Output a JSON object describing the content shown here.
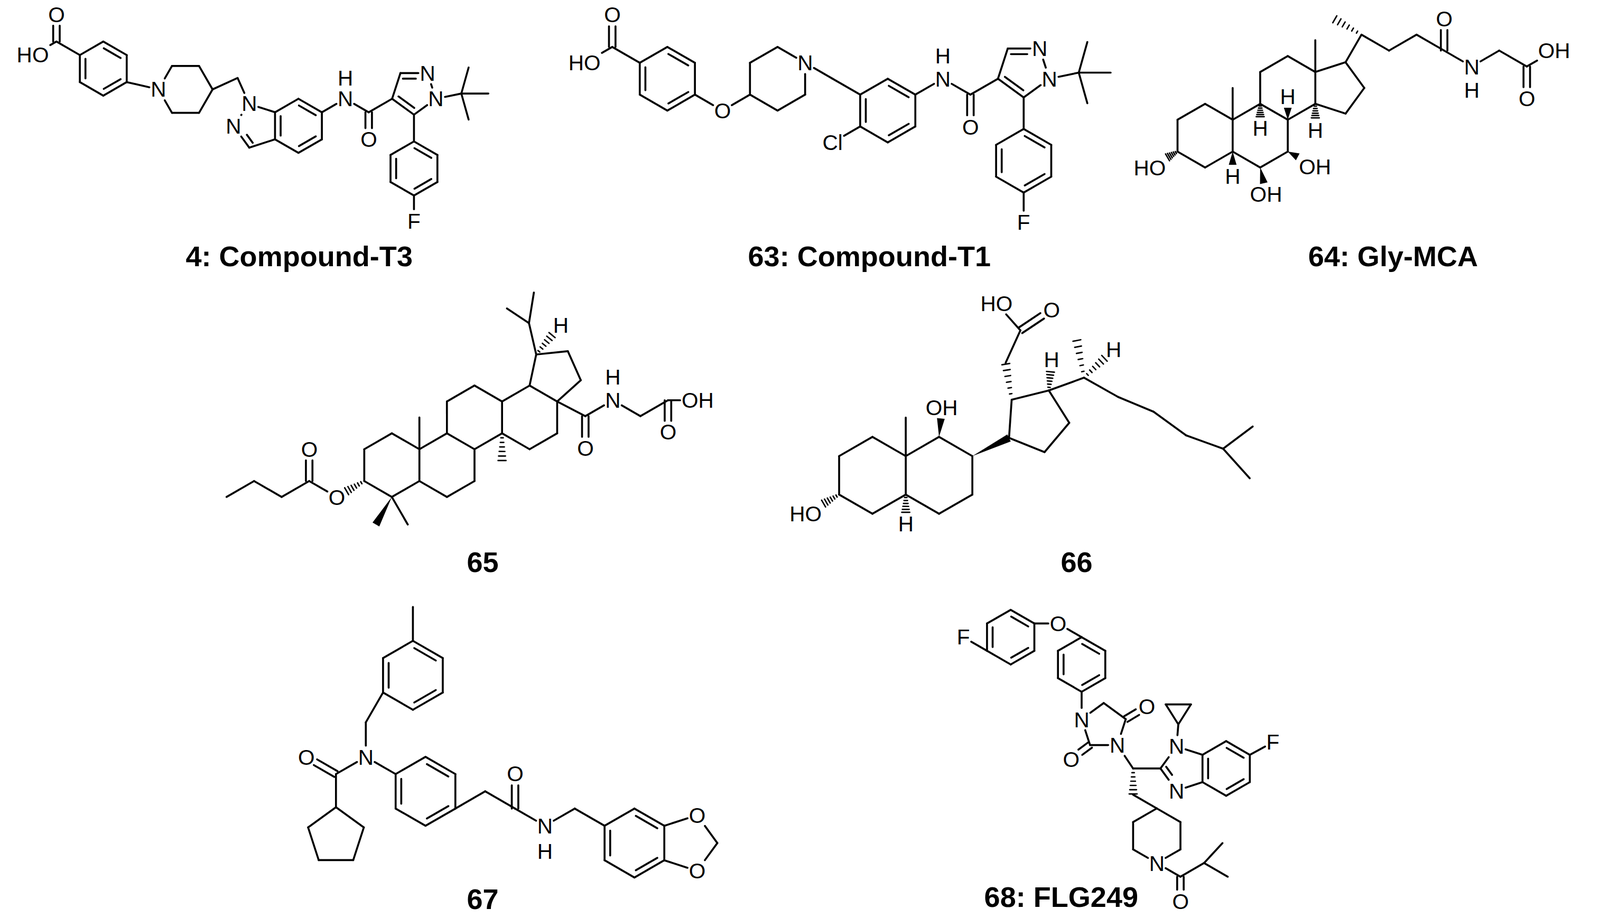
{
  "diagram": {
    "labels": [
      "HO",
      "O",
      "N",
      "N",
      "N",
      "H",
      "N",
      "O",
      "N",
      "N",
      "F",
      "4: Compound-T3",
      "O",
      "HO",
      "O",
      "N",
      "H",
      "N",
      "Cl",
      "O",
      "N",
      "N",
      "F",
      "63: Compound-T1",
      "O",
      "OH",
      "N",
      "H",
      "O",
      "HO",
      "H",
      "H",
      "H",
      "H",
      "OH",
      "OH",
      "64: Gly-MCA",
      "H",
      "H",
      "N",
      "OH",
      "O",
      "O",
      "O",
      "O",
      "65",
      "HO",
      "O",
      "OH",
      "H",
      "H",
      "HO",
      "H",
      "66",
      "O",
      "N",
      "O",
      "O",
      "N",
      "H",
      "O",
      "67",
      "F",
      "O",
      "N",
      "O",
      "N",
      "O",
      "N",
      "N",
      "F",
      "N",
      "O",
      "68: FLG249"
    ]
  }
}
